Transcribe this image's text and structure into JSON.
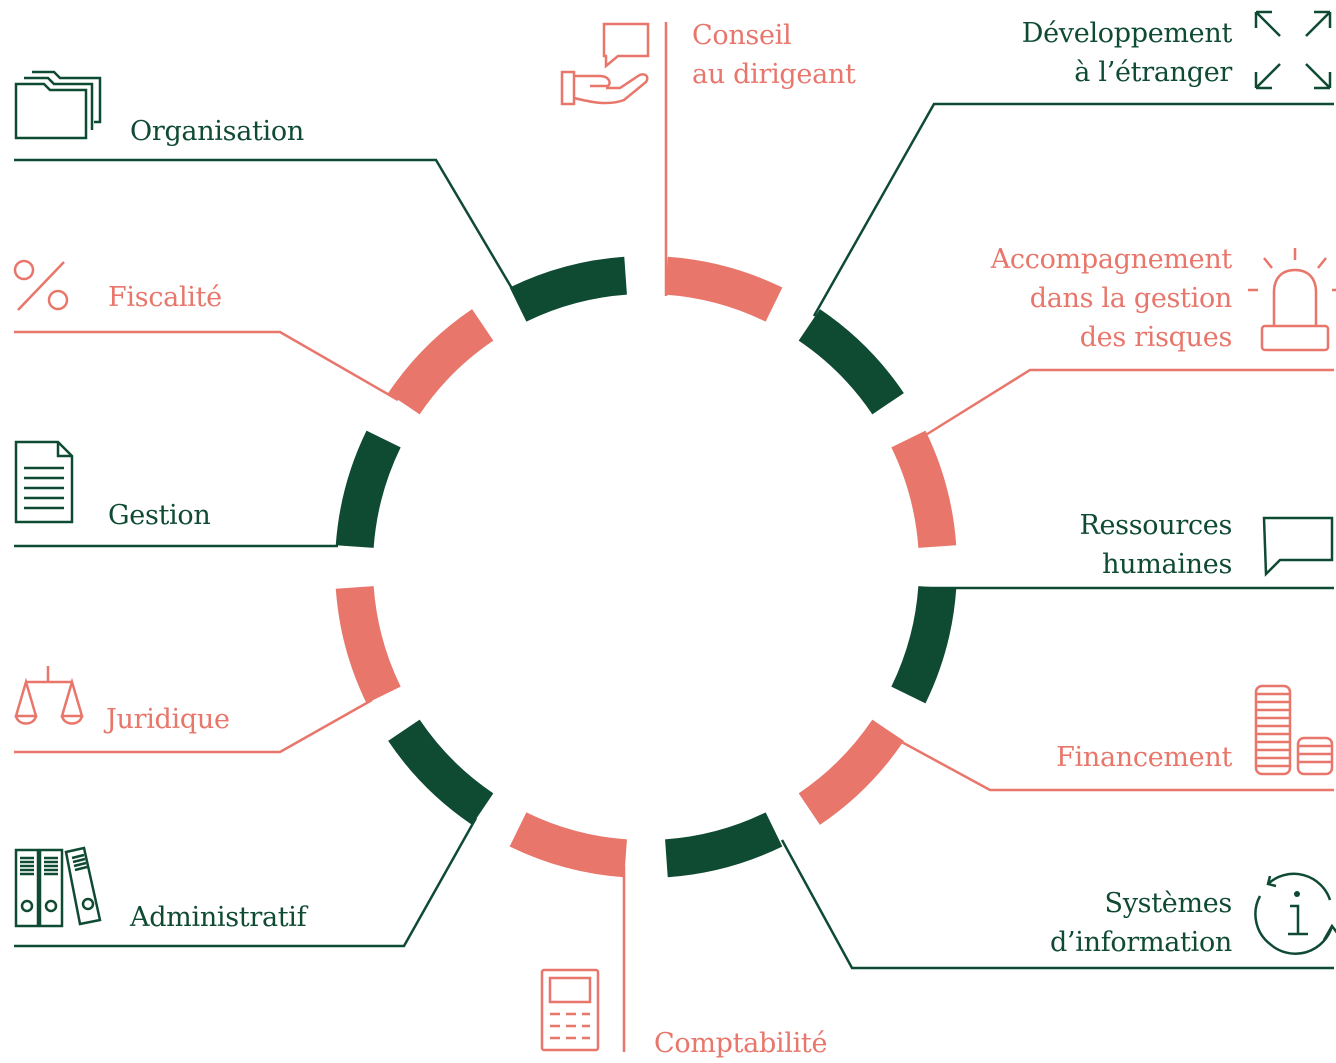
{
  "colors": {
    "green": "#0f4a33",
    "salmon": "#e8766b"
  },
  "services": {
    "conseil": {
      "line1": "Conseil",
      "line2": "au dirigeant",
      "color": "salmon",
      "icon": "hand-speech-bubble-icon"
    },
    "developpement": {
      "line1": "Développement",
      "line2": "à l’étranger",
      "color": "green",
      "icon": "expand-arrows-icon"
    },
    "organisation": {
      "line1": "Organisation",
      "color": "green",
      "icon": "folders-icon"
    },
    "accompagnement": {
      "line1": "Accompagnement",
      "line2": "dans la gestion",
      "line3": "des risques",
      "color": "salmon",
      "icon": "alarm-siren-icon"
    },
    "fiscalite": {
      "line1": "Fiscalité",
      "color": "salmon",
      "icon": "percent-icon"
    },
    "gestion": {
      "line1": "Gestion",
      "color": "green",
      "icon": "document-icon"
    },
    "ressources": {
      "line1": "Ressources",
      "line2": "humaines",
      "color": "green",
      "icon": "speech-bubble-icon"
    },
    "juridique": {
      "line1": "Juridique",
      "color": "salmon",
      "icon": "scales-icon"
    },
    "financement": {
      "line1": "Financement",
      "color": "salmon",
      "icon": "coin-stacks-icon"
    },
    "administratif": {
      "line1": "Administratif",
      "color": "green",
      "icon": "binders-icon"
    },
    "systemes": {
      "line1": "Systèmes",
      "line2": "d’information",
      "color": "green",
      "icon": "info-refresh-icon"
    },
    "comptabilite": {
      "line1": "Comptabilité",
      "color": "salmon",
      "icon": "calculator-icon"
    }
  }
}
